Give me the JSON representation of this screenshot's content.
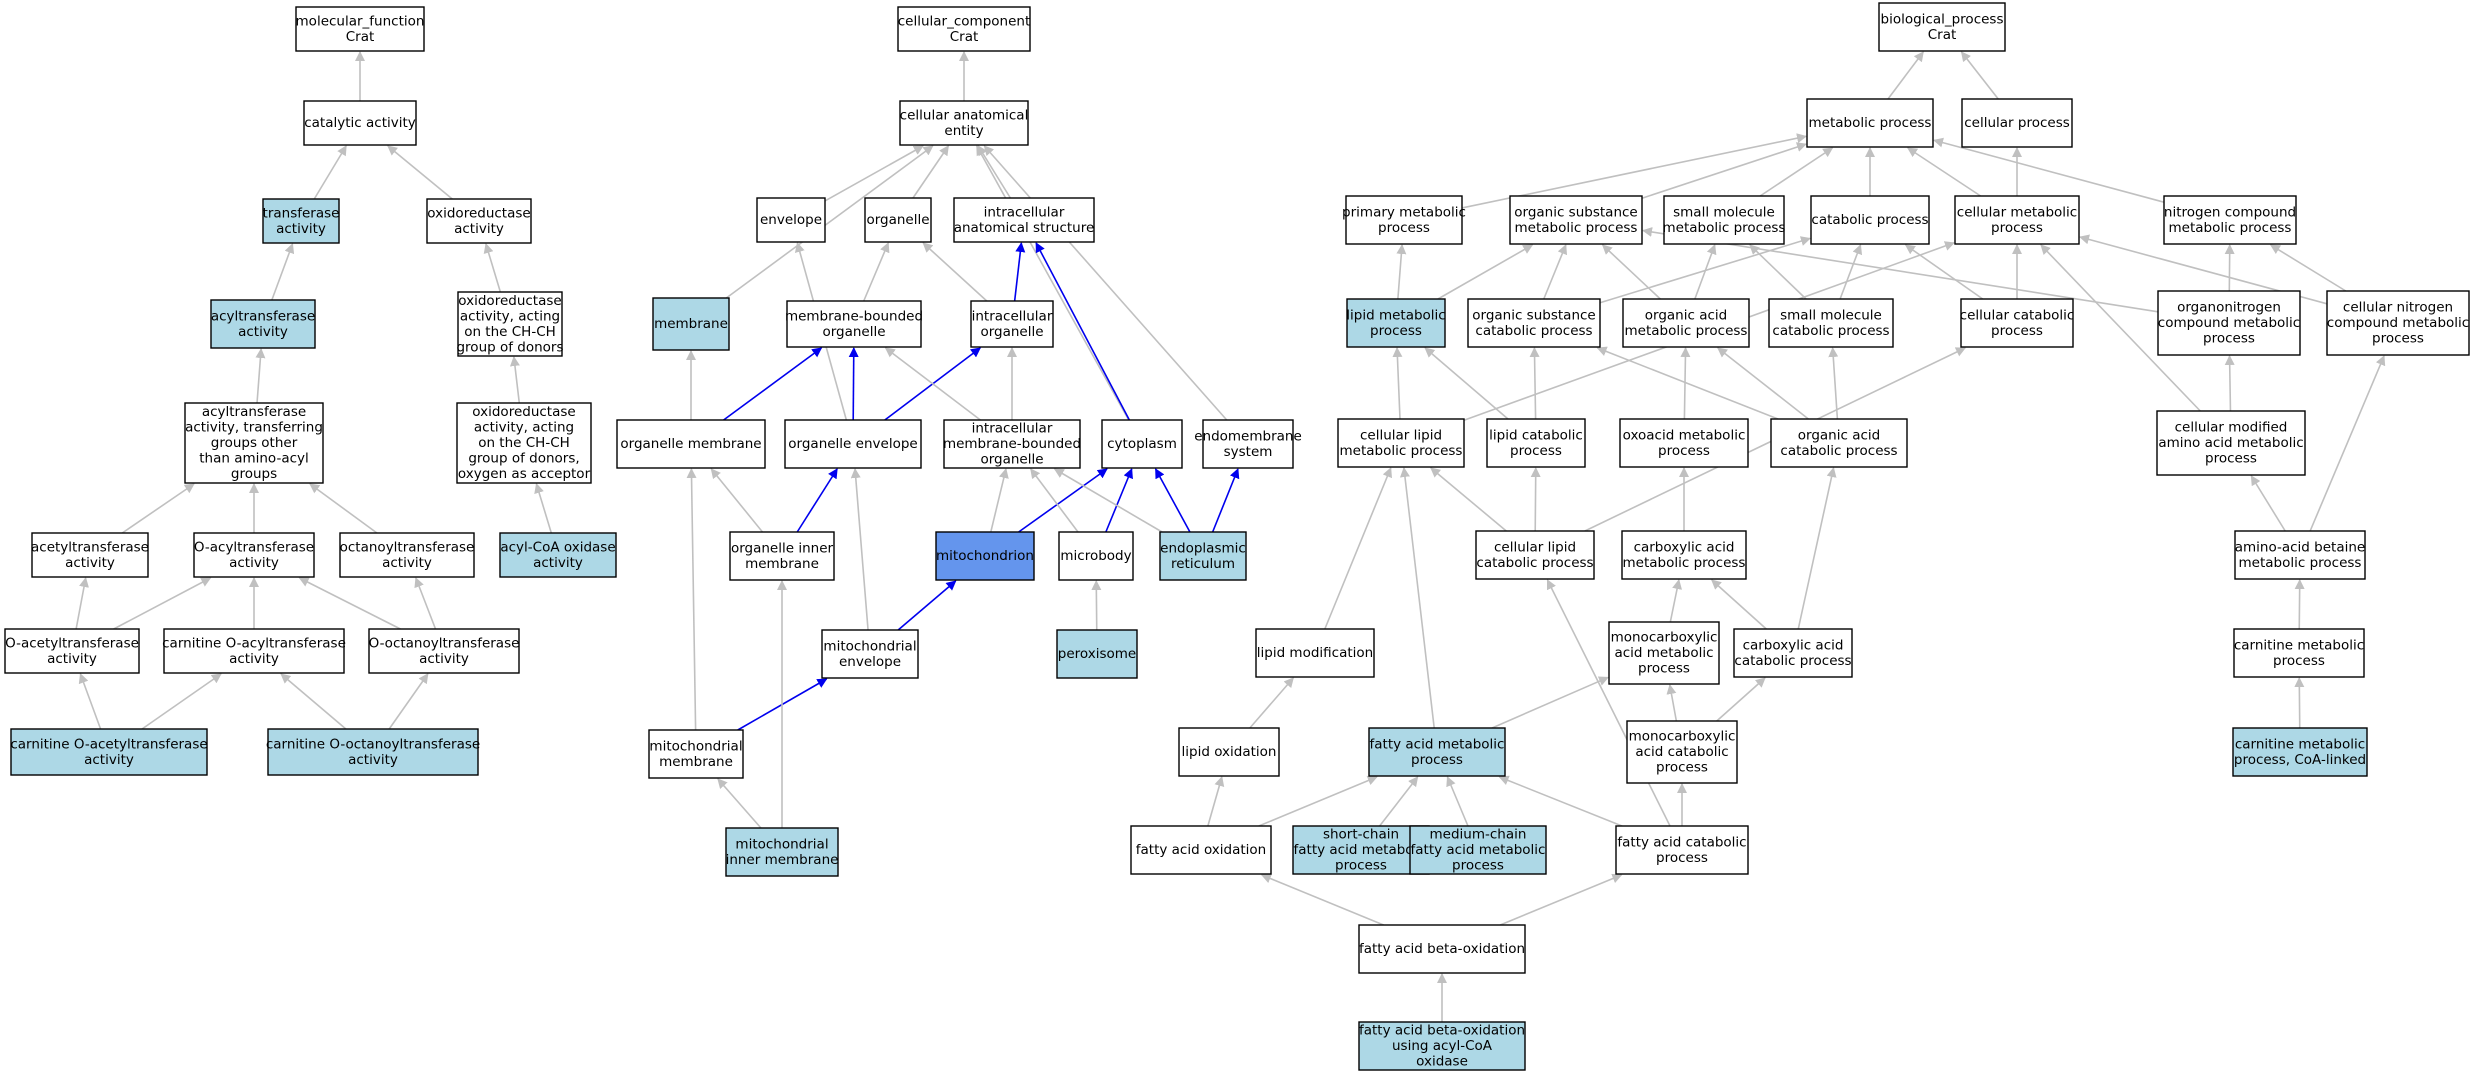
{
  "colors": {
    "default_fill": "#ffffff",
    "annotated_fill": "#add8e6",
    "focus_fill": "#6495ed",
    "edge_gray": "#c0c0c0",
    "edge_blue": "#0000ee"
  },
  "nodes": {
    "mf": {
      "lines": [
        "molecular_function",
        "Crat"
      ],
      "style": "default"
    },
    "cat": {
      "lines": [
        "catalytic activity"
      ],
      "style": "default"
    },
    "trans": {
      "lines": [
        "transferase",
        "activity"
      ],
      "style": "annotated"
    },
    "oxred": {
      "lines": [
        "oxidoreductase",
        "activity"
      ],
      "style": "default"
    },
    "acyl": {
      "lines": [
        "acyltransferase",
        "activity"
      ],
      "style": "annotated"
    },
    "oxred_chch": {
      "lines": [
        "oxidoreductase",
        "activity, acting",
        "on the CH-CH",
        "group of donors"
      ],
      "style": "default"
    },
    "acyl_other": {
      "lines": [
        "acyltransferase",
        "activity, transferring",
        "groups other",
        "than amino-acyl",
        "groups"
      ],
      "style": "default"
    },
    "oxred_o2": {
      "lines": [
        "oxidoreductase",
        "activity, acting",
        "on the CH-CH",
        "group of donors,",
        "oxygen as acceptor"
      ],
      "style": "default"
    },
    "acetyl": {
      "lines": [
        "acetyltransferase",
        "activity"
      ],
      "style": "default"
    },
    "oacyl": {
      "lines": [
        "O-acyltransferase",
        "activity"
      ],
      "style": "default"
    },
    "octanoyl": {
      "lines": [
        "octanoyltransferase",
        "activity"
      ],
      "style": "default"
    },
    "acylcoa": {
      "lines": [
        "acyl-CoA oxidase",
        "activity"
      ],
      "style": "annotated"
    },
    "oacetyl": {
      "lines": [
        "O-acetyltransferase",
        "activity"
      ],
      "style": "default"
    },
    "carn_oacyl": {
      "lines": [
        "carnitine O-acyltransferase",
        "activity"
      ],
      "style": "default"
    },
    "ooctanoyl": {
      "lines": [
        "O-octanoyltransferase",
        "activity"
      ],
      "style": "default"
    },
    "carn_oacetyl": {
      "lines": [
        "carnitine O-acetyltransferase",
        "activity"
      ],
      "style": "annotated"
    },
    "carn_ooctanoyl": {
      "lines": [
        "carnitine O-octanoyltransferase",
        "activity"
      ],
      "style": "annotated"
    },
    "cc": {
      "lines": [
        "cellular_component",
        "Crat"
      ],
      "style": "default"
    },
    "cae": {
      "lines": [
        "cellular anatomical",
        "entity"
      ],
      "style": "default"
    },
    "envelope": {
      "lines": [
        "envelope"
      ],
      "style": "default"
    },
    "organelle": {
      "lines": [
        "organelle"
      ],
      "style": "default"
    },
    "ias": {
      "lines": [
        "intracellular",
        "anatomical structure"
      ],
      "style": "default"
    },
    "membrane": {
      "lines": [
        "membrane"
      ],
      "style": "annotated"
    },
    "mbo": {
      "lines": [
        "membrane-bounded",
        "organelle"
      ],
      "style": "default"
    },
    "io": {
      "lines": [
        "intracellular",
        "organelle"
      ],
      "style": "default"
    },
    "om": {
      "lines": [
        "organelle membrane"
      ],
      "style": "default"
    },
    "oe": {
      "lines": [
        "organelle envelope"
      ],
      "style": "default"
    },
    "imbo": {
      "lines": [
        "intracellular",
        "membrane-bounded",
        "organelle"
      ],
      "style": "default"
    },
    "cytoplasm": {
      "lines": [
        "cytoplasm"
      ],
      "style": "default"
    },
    "endosys": {
      "lines": [
        "endomembrane",
        "system"
      ],
      "style": "default"
    },
    "oim": {
      "lines": [
        "organelle inner",
        "membrane"
      ],
      "style": "default"
    },
    "mito": {
      "lines": [
        "mitochondrion"
      ],
      "style": "focus"
    },
    "microbody": {
      "lines": [
        "microbody"
      ],
      "style": "default"
    },
    "er": {
      "lines": [
        "endoplasmic",
        "reticulum"
      ],
      "style": "annotated"
    },
    "mitoenv": {
      "lines": [
        "mitochondrial",
        "envelope"
      ],
      "style": "default"
    },
    "perox": {
      "lines": [
        "peroxisome"
      ],
      "style": "annotated"
    },
    "mitomem": {
      "lines": [
        "mitochondrial",
        "membrane"
      ],
      "style": "default"
    },
    "mim": {
      "lines": [
        "mitochondrial",
        "inner membrane"
      ],
      "style": "annotated"
    },
    "bp": {
      "lines": [
        "biological_process",
        "Crat"
      ],
      "style": "default"
    },
    "metab": {
      "lines": [
        "metabolic process"
      ],
      "style": "default"
    },
    "cellproc": {
      "lines": [
        "cellular process"
      ],
      "style": "default"
    },
    "primary": {
      "lines": [
        "primary metabolic",
        "process"
      ],
      "style": "default"
    },
    "orgsub": {
      "lines": [
        "organic substance",
        "metabolic process"
      ],
      "style": "default"
    },
    "smallmol": {
      "lines": [
        "small molecule",
        "metabolic process"
      ],
      "style": "default"
    },
    "catab": {
      "lines": [
        "catabolic process"
      ],
      "style": "default"
    },
    "cellmet": {
      "lines": [
        "cellular metabolic",
        "process"
      ],
      "style": "default"
    },
    "nitro": {
      "lines": [
        "nitrogen compound",
        "metabolic process"
      ],
      "style": "default"
    },
    "lipid": {
      "lines": [
        "lipid metabolic",
        "process"
      ],
      "style": "annotated"
    },
    "orgsubcat": {
      "lines": [
        "organic substance",
        "catabolic process"
      ],
      "style": "default"
    },
    "orgacid": {
      "lines": [
        "organic acid",
        "metabolic process"
      ],
      "style": "default"
    },
    "smcat": {
      "lines": [
        "small molecule",
        "catabolic process"
      ],
      "style": "default"
    },
    "cellcat": {
      "lines": [
        "cellular catabolic",
        "process"
      ],
      "style": "default"
    },
    "organonit": {
      "lines": [
        "organonitrogen",
        "compound metabolic",
        "process"
      ],
      "style": "default"
    },
    "cellnit": {
      "lines": [
        "cellular nitrogen",
        "compound metabolic",
        "process"
      ],
      "style": "default"
    },
    "cellipid": {
      "lines": [
        "cellular lipid",
        "metabolic process"
      ],
      "style": "default"
    },
    "lipcat": {
      "lines": [
        "lipid catabolic",
        "process"
      ],
      "style": "default"
    },
    "oxoacid": {
      "lines": [
        "oxoacid metabolic",
        "process"
      ],
      "style": "default"
    },
    "orgacidcat": {
      "lines": [
        "organic acid",
        "catabolic process"
      ],
      "style": "default"
    },
    "cellmodaa": {
      "lines": [
        "cellular modified",
        "amino acid metabolic",
        "process"
      ],
      "style": "default"
    },
    "cellipcat": {
      "lines": [
        "cellular lipid",
        "catabolic process"
      ],
      "style": "default"
    },
    "carbox": {
      "lines": [
        "carboxylic acid",
        "metabolic process"
      ],
      "style": "default"
    },
    "aabetaine": {
      "lines": [
        "amino-acid betaine",
        "metabolic process"
      ],
      "style": "default"
    },
    "lipmod": {
      "lines": [
        "lipid modification"
      ],
      "style": "default"
    },
    "monocarb": {
      "lines": [
        "monocarboxylic",
        "acid metabolic",
        "process"
      ],
      "style": "default"
    },
    "carboxcat": {
      "lines": [
        "carboxylic acid",
        "catabolic process"
      ],
      "style": "default"
    },
    "carnmet": {
      "lines": [
        "carnitine metabolic",
        "process"
      ],
      "style": "default"
    },
    "lipox": {
      "lines": [
        "lipid oxidation"
      ],
      "style": "default"
    },
    "fam": {
      "lines": [
        "fatty acid metabolic",
        "process"
      ],
      "style": "annotated"
    },
    "monocarbcat": {
      "lines": [
        "monocarboxylic",
        "acid catabolic",
        "process"
      ],
      "style": "default"
    },
    "carncoa": {
      "lines": [
        "carnitine metabolic",
        "process, CoA-linked"
      ],
      "style": "annotated"
    },
    "faox": {
      "lines": [
        "fatty acid oxidation"
      ],
      "style": "default"
    },
    "shortchain": {
      "lines": [
        "short-chain",
        "fatty acid metabolic",
        "process"
      ],
      "style": "annotated"
    },
    "medchain": {
      "lines": [
        "medium-chain",
        "fatty acid metabolic",
        "process"
      ],
      "style": "annotated"
    },
    "facat": {
      "lines": [
        "fatty acid catabolic",
        "process"
      ],
      "style": "default"
    },
    "fabeta": {
      "lines": [
        "fatty acid beta-oxidation"
      ],
      "style": "default"
    },
    "fabetacoa": {
      "lines": [
        "fatty acid beta-oxidation",
        "using acyl-CoA",
        "oxidase"
      ],
      "style": "annotated"
    }
  },
  "edges": [
    {
      "from": "cat",
      "to": "mf",
      "color": "gray"
    },
    {
      "from": "trans",
      "to": "cat",
      "color": "gray"
    },
    {
      "from": "oxred",
      "to": "cat",
      "color": "gray"
    },
    {
      "from": "acyl",
      "to": "trans",
      "color": "gray"
    },
    {
      "from": "oxred_chch",
      "to": "oxred",
      "color": "gray"
    },
    {
      "from": "acyl_other",
      "to": "acyl",
      "color": "gray"
    },
    {
      "from": "oxred_o2",
      "to": "oxred_chch",
      "color": "gray"
    },
    {
      "from": "acetyl",
      "to": "acyl_other",
      "color": "gray"
    },
    {
      "from": "oacyl",
      "to": "acyl_other",
      "color": "gray"
    },
    {
      "from": "octanoyl",
      "to": "acyl_other",
      "color": "gray"
    },
    {
      "from": "acylcoa",
      "to": "oxred_o2",
      "color": "gray"
    },
    {
      "from": "oacetyl",
      "to": "acetyl",
      "color": "gray"
    },
    {
      "from": "oacetyl",
      "to": "oacyl",
      "color": "gray"
    },
    {
      "from": "carn_oacyl",
      "to": "oacyl",
      "color": "gray"
    },
    {
      "from": "ooctanoyl",
      "to": "oacyl",
      "color": "gray"
    },
    {
      "from": "ooctanoyl",
      "to": "octanoyl",
      "color": "gray"
    },
    {
      "from": "carn_oacetyl",
      "to": "oacetyl",
      "color": "gray"
    },
    {
      "from": "carn_oacetyl",
      "to": "carn_oacyl",
      "color": "gray"
    },
    {
      "from": "carn_ooctanoyl",
      "to": "carn_oacyl",
      "color": "gray"
    },
    {
      "from": "carn_ooctanoyl",
      "to": "ooctanoyl",
      "color": "gray"
    },
    {
      "from": "cae",
      "to": "cc",
      "color": "gray"
    },
    {
      "from": "envelope",
      "to": "cae",
      "color": "gray"
    },
    {
      "from": "organelle",
      "to": "cae",
      "color": "gray"
    },
    {
      "from": "ias",
      "to": "cae",
      "color": "gray"
    },
    {
      "from": "membrane",
      "to": "cae",
      "color": "gray"
    },
    {
      "from": "cytoplasm",
      "to": "cae",
      "color": "gray"
    },
    {
      "from": "endosys",
      "to": "cae",
      "color": "gray"
    },
    {
      "from": "mbo",
      "to": "organelle",
      "color": "gray"
    },
    {
      "from": "io",
      "to": "organelle",
      "color": "gray"
    },
    {
      "from": "io",
      "to": "ias",
      "color": "blue"
    },
    {
      "from": "cytoplasm",
      "to": "ias",
      "color": "blue"
    },
    {
      "from": "om",
      "to": "membrane",
      "color": "gray"
    },
    {
      "from": "om",
      "to": "mbo",
      "color": "blue"
    },
    {
      "from": "oe",
      "to": "mbo",
      "color": "blue"
    },
    {
      "from": "oe",
      "to": "io",
      "color": "blue"
    },
    {
      "from": "oe",
      "to": "envelope",
      "color": "gray"
    },
    {
      "from": "imbo",
      "to": "mbo",
      "color": "gray"
    },
    {
      "from": "imbo",
      "to": "io",
      "color": "gray"
    },
    {
      "from": "oim",
      "to": "om",
      "color": "gray"
    },
    {
      "from": "oim",
      "to": "oe",
      "color": "blue"
    },
    {
      "from": "mito",
      "to": "imbo",
      "color": "gray"
    },
    {
      "from": "mito",
      "to": "cytoplasm",
      "color": "blue"
    },
    {
      "from": "microbody",
      "to": "imbo",
      "color": "gray"
    },
    {
      "from": "microbody",
      "to": "cytoplasm",
      "color": "blue"
    },
    {
      "from": "er",
      "to": "imbo",
      "color": "gray"
    },
    {
      "from": "er",
      "to": "cytoplasm",
      "color": "blue"
    },
    {
      "from": "er",
      "to": "endosys",
      "color": "blue"
    },
    {
      "from": "mitoenv",
      "to": "oe",
      "color": "gray"
    },
    {
      "from": "mitoenv",
      "to": "mito",
      "color": "blue"
    },
    {
      "from": "perox",
      "to": "microbody",
      "color": "gray"
    },
    {
      "from": "mitomem",
      "to": "om",
      "color": "gray"
    },
    {
      "from": "mitomem",
      "to": "mitoenv",
      "color": "blue"
    },
    {
      "from": "mim",
      "to": "mitomem",
      "color": "gray"
    },
    {
      "from": "mim",
      "to": "oim",
      "color": "gray"
    },
    {
      "from": "metab",
      "to": "bp",
      "color": "gray"
    },
    {
      "from": "cellproc",
      "to": "bp",
      "color": "gray"
    },
    {
      "from": "primary",
      "to": "metab",
      "color": "gray"
    },
    {
      "from": "orgsub",
      "to": "metab",
      "color": "gray"
    },
    {
      "from": "smallmol",
      "to": "metab",
      "color": "gray"
    },
    {
      "from": "catab",
      "to": "metab",
      "color": "gray"
    },
    {
      "from": "cellmet",
      "to": "metab",
      "color": "gray"
    },
    {
      "from": "cellmet",
      "to": "cellproc",
      "color": "gray"
    },
    {
      "from": "nitro",
      "to": "metab",
      "color": "gray"
    },
    {
      "from": "lipid",
      "to": "primary",
      "color": "gray"
    },
    {
      "from": "lipid",
      "to": "orgsub",
      "color": "gray"
    },
    {
      "from": "orgsubcat",
      "to": "orgsub",
      "color": "gray"
    },
    {
      "from": "orgsubcat",
      "to": "catab",
      "color": "gray"
    },
    {
      "from": "orgacid",
      "to": "orgsub",
      "color": "gray"
    },
    {
      "from": "orgacid",
      "to": "smallmol",
      "color": "gray"
    },
    {
      "from": "smcat",
      "to": "smallmol",
      "color": "gray"
    },
    {
      "from": "smcat",
      "to": "catab",
      "color": "gray"
    },
    {
      "from": "cellcat",
      "to": "catab",
      "color": "gray"
    },
    {
      "from": "cellcat",
      "to": "cellmet",
      "color": "gray"
    },
    {
      "from": "organonit",
      "to": "orgsub",
      "color": "gray"
    },
    {
      "from": "organonit",
      "to": "nitro",
      "color": "gray"
    },
    {
      "from": "cellnit",
      "to": "cellmet",
      "color": "gray"
    },
    {
      "from": "cellnit",
      "to": "nitro",
      "color": "gray"
    },
    {
      "from": "cellipid",
      "to": "lipid",
      "color": "gray"
    },
    {
      "from": "cellipid",
      "to": "cellmet",
      "color": "gray"
    },
    {
      "from": "lipcat",
      "to": "lipid",
      "color": "gray"
    },
    {
      "from": "lipcat",
      "to": "orgsubcat",
      "color": "gray"
    },
    {
      "from": "oxoacid",
      "to": "orgacid",
      "color": "gray"
    },
    {
      "from": "orgacidcat",
      "to": "orgacid",
      "color": "gray"
    },
    {
      "from": "orgacidcat",
      "to": "smcat",
      "color": "gray"
    },
    {
      "from": "orgacidcat",
      "to": "orgsubcat",
      "color": "gray"
    },
    {
      "from": "cellmodaa",
      "to": "cellmet",
      "color": "gray"
    },
    {
      "from": "cellmodaa",
      "to": "organonit",
      "color": "gray"
    },
    {
      "from": "cellipcat",
      "to": "cellipid",
      "color": "gray"
    },
    {
      "from": "cellipcat",
      "to": "lipcat",
      "color": "gray"
    },
    {
      "from": "cellipcat",
      "to": "cellcat",
      "color": "gray"
    },
    {
      "from": "carbox",
      "to": "oxoacid",
      "color": "gray"
    },
    {
      "from": "aabetaine",
      "to": "cellmodaa",
      "color": "gray"
    },
    {
      "from": "aabetaine",
      "to": "cellnit",
      "color": "gray"
    },
    {
      "from": "lipmod",
      "to": "cellipid",
      "color": "gray"
    },
    {
      "from": "monocarb",
      "to": "carbox",
      "color": "gray"
    },
    {
      "from": "carboxcat",
      "to": "carbox",
      "color": "gray"
    },
    {
      "from": "carboxcat",
      "to": "orgacidcat",
      "color": "gray"
    },
    {
      "from": "carnmet",
      "to": "aabetaine",
      "color": "gray"
    },
    {
      "from": "lipox",
      "to": "lipmod",
      "color": "gray"
    },
    {
      "from": "fam",
      "to": "monocarb",
      "color": "gray"
    },
    {
      "from": "fam",
      "to": "cellipid",
      "color": "gray"
    },
    {
      "from": "monocarbcat",
      "to": "monocarb",
      "color": "gray"
    },
    {
      "from": "monocarbcat",
      "to": "carboxcat",
      "color": "gray"
    },
    {
      "from": "carncoa",
      "to": "carnmet",
      "color": "gray"
    },
    {
      "from": "faox",
      "to": "fam",
      "color": "gray"
    },
    {
      "from": "faox",
      "to": "lipox",
      "color": "gray"
    },
    {
      "from": "shortchain",
      "to": "fam",
      "color": "gray"
    },
    {
      "from": "medchain",
      "to": "fam",
      "color": "gray"
    },
    {
      "from": "facat",
      "to": "fam",
      "color": "gray"
    },
    {
      "from": "facat",
      "to": "monocarbcat",
      "color": "gray"
    },
    {
      "from": "facat",
      "to": "cellipcat",
      "color": "gray"
    },
    {
      "from": "fabeta",
      "to": "faox",
      "color": "gray"
    },
    {
      "from": "fabeta",
      "to": "facat",
      "color": "gray"
    },
    {
      "from": "fabetacoa",
      "to": "fabeta",
      "color": "gray"
    }
  ]
}
